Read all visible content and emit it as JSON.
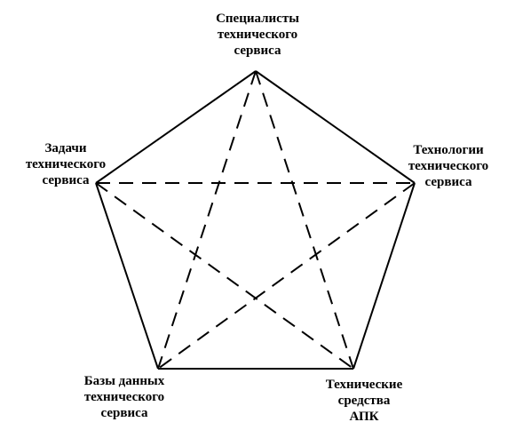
{
  "nodes": {
    "top": {
      "lines": [
        "Специалисты",
        "технического",
        "сервиса"
      ]
    },
    "left": {
      "lines": [
        "Задачи",
        "технического",
        "сервиса"
      ]
    },
    "right": {
      "lines": [
        "Технологии",
        "технического",
        "сервиса"
      ]
    },
    "bottom_left": {
      "lines": [
        "Базы данных",
        "технического",
        "сервиса"
      ]
    },
    "bottom_right": {
      "lines": [
        "Технические",
        "средства",
        "АПК"
      ]
    }
  },
  "colors": {
    "line": "#000000",
    "background": "#ffffff",
    "text": "#000000"
  }
}
